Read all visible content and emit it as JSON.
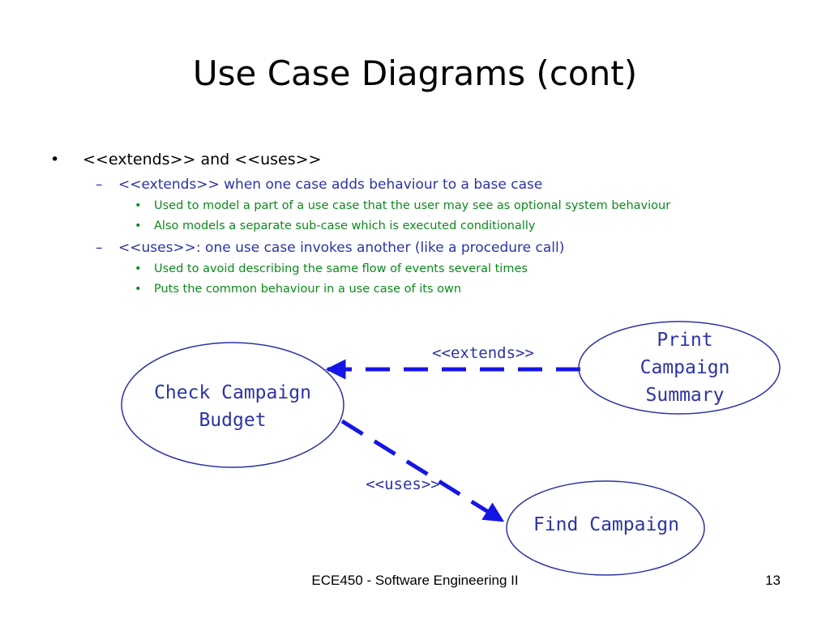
{
  "slide": {
    "title": "Use Case Diagrams (cont)",
    "bullets": {
      "b1": "<<extends>> and <<uses>>",
      "b1_1": "<<extends>> when one case adds behaviour to a base case",
      "b1_1_1": "Used to model a part of a use case that the user may see as optional system behaviour",
      "b1_1_2": "Also models a separate sub-case which is executed conditionally",
      "b1_2": "<<uses>>: one use case invokes another (like a procedure call)",
      "b1_2_1": "Used to avoid describing the same flow of events several times",
      "b1_2_2": "Puts the common behaviour in a use case of its own"
    },
    "markers": {
      "level1": "•",
      "level2": "–",
      "level3": "•"
    }
  },
  "diagram": {
    "use_cases": {
      "check_campaign_budget": [
        "Check Campaign",
        "Budget"
      ],
      "print_campaign_summary": [
        "Print",
        "Campaign",
        "Summary"
      ],
      "find_campaign": [
        "Find Campaign"
      ]
    },
    "relations": {
      "extends_label": "<<extends>>",
      "uses_label": "<<uses>>"
    },
    "colors": {
      "line": "#1515e6",
      "text": "#2b33a6",
      "outline": "#2b33a6"
    }
  },
  "footer": {
    "course": "ECE450 - Software Engineering II",
    "page": "13"
  },
  "colors": {
    "level2_text": "#2b33a6",
    "level3_text": "#0c8a1c"
  }
}
